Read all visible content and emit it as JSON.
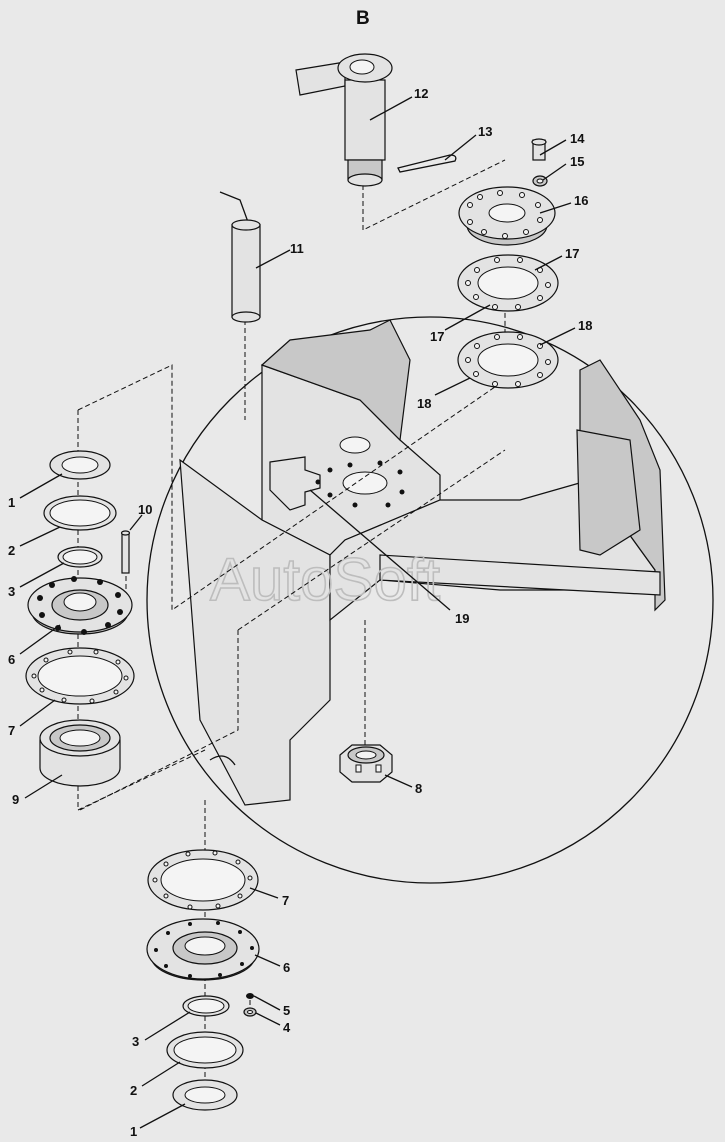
{
  "title": "B",
  "watermark": "AutoSoft",
  "callouts": {
    "c1a": "1",
    "c2a": "2",
    "c3a": "3",
    "c6a": "6",
    "c7a": "7",
    "c9": "9",
    "c10": "10",
    "c11": "11",
    "c12": "12",
    "c13": "13",
    "c14": "14",
    "c15": "15",
    "c16": "16",
    "c17a": "17",
    "c17b": "17",
    "c18a": "18",
    "c18b": "18",
    "c19": "19",
    "c8": "8",
    "c7b": "7",
    "c6b": "6",
    "c5": "5",
    "c4": "4",
    "c3b": "3",
    "c2b": "2",
    "c1b": "1"
  }
}
